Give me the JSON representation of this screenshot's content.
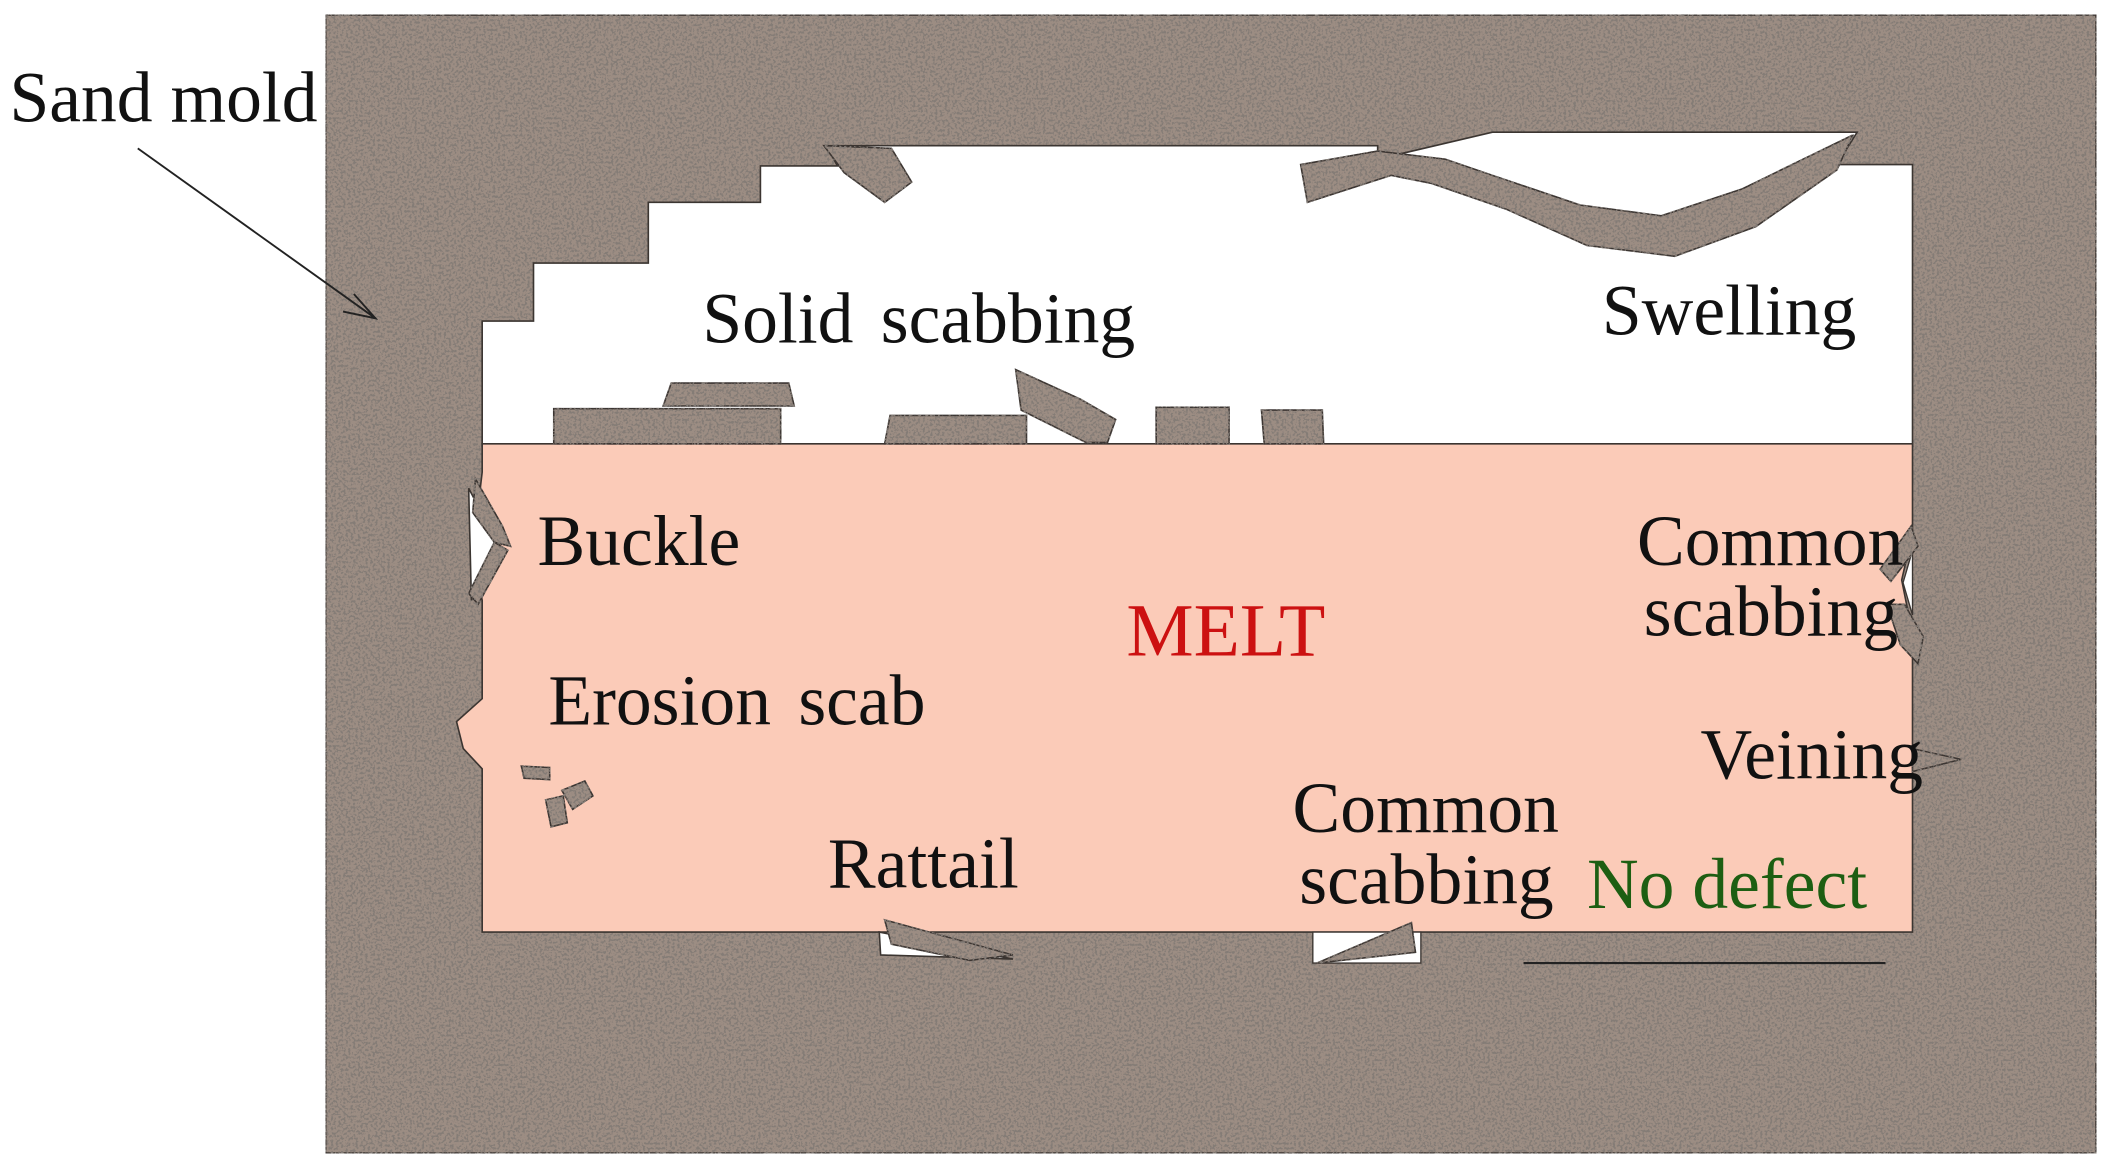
{
  "labels": {
    "sand_mold": "Sand mold",
    "solid_scabbing": "Solid scabbing",
    "swelling": "Swelling",
    "buckle": "Buckle",
    "common_scabbing_right_line1": "Common",
    "common_scabbing_right_line2": "scabbing",
    "melt": "MELT",
    "erosion_scab": "Erosion scab",
    "veining": "Veining",
    "common_scabbing_bottom_line1": "Common",
    "common_scabbing_bottom_line2": "scabbing",
    "rattail": "Rattail",
    "no_defect": "No defect"
  },
  "colors": {
    "sand": "#9c8d83",
    "sand_edge": "#3b3531",
    "melt": "#fbcbb8",
    "cavity": "#ffffff",
    "melt_label": "#cc1111",
    "no_defect_label": "#1d5e12"
  }
}
